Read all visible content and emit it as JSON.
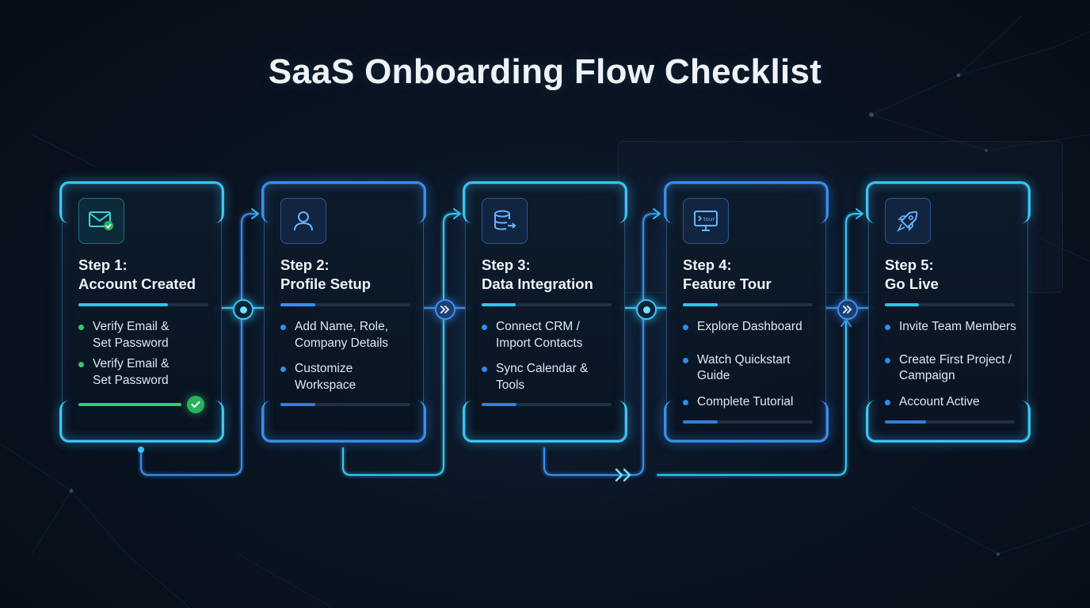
{
  "title": "SaaS Onboarding Flow Checklist",
  "colors": {
    "cyan_accent": "#39c6f5",
    "blue_accent": "#3a8df0",
    "green_done": "#2fcb67",
    "background": "#0a1422"
  },
  "steps": [
    {
      "title_line1": "Step 1:",
      "title_line2": "Account Created",
      "icon": "mail-check-icon",
      "accent": "cyan",
      "top_progress": 0.69,
      "bullet_color": "green",
      "items": [
        "Verify Email &\nSet Password",
        "Verify Email &\nSet Password"
      ],
      "bottom_progress": 0.8,
      "bottom_color": "green",
      "completed": true
    },
    {
      "title_line1": "Step 2:",
      "title_line2": "Profile Setup",
      "icon": "user-icon",
      "accent": "blue",
      "top_progress": 0.27,
      "bullet_color": "blue",
      "items": [
        "Add Name, Role,\nCompany Details",
        "Customize\nWorkspace"
      ],
      "bottom_progress": 0.27,
      "bottom_color": "blue",
      "completed": false
    },
    {
      "title_line1": "Step 3:",
      "title_line2": "Data Integration",
      "icon": "database-sync-icon",
      "accent": "cyan",
      "top_progress": 0.26,
      "bullet_color": "blue",
      "items": [
        "Connect CRM /\nImport Contacts",
        "Sync Calendar &\nTools"
      ],
      "bottom_progress": 0.27,
      "bottom_color": "blue",
      "completed": false
    },
    {
      "title_line1": "Step 4:",
      "title_line2": "Feature Tour",
      "icon": "monitor-tour-icon",
      "accent": "blue",
      "top_progress": 0.27,
      "bullet_color": "blue",
      "items": [
        "Explore Dashboard",
        "Watch Quickstart\nGuide",
        "Complete Tutorial"
      ],
      "bottom_progress": 0.27,
      "bottom_color": "blue",
      "completed": false
    },
    {
      "title_line1": "Step 5:",
      "title_line2": "Go Live",
      "icon": "rocket-icon",
      "accent": "cyan",
      "top_progress": 0.26,
      "bullet_color": "blue",
      "items": [
        "Invite Team Members",
        "Create First Project /\nCampaign",
        "Account Active"
      ],
      "bottom_progress": 0.32,
      "bottom_color": "blue",
      "completed": false
    }
  ]
}
